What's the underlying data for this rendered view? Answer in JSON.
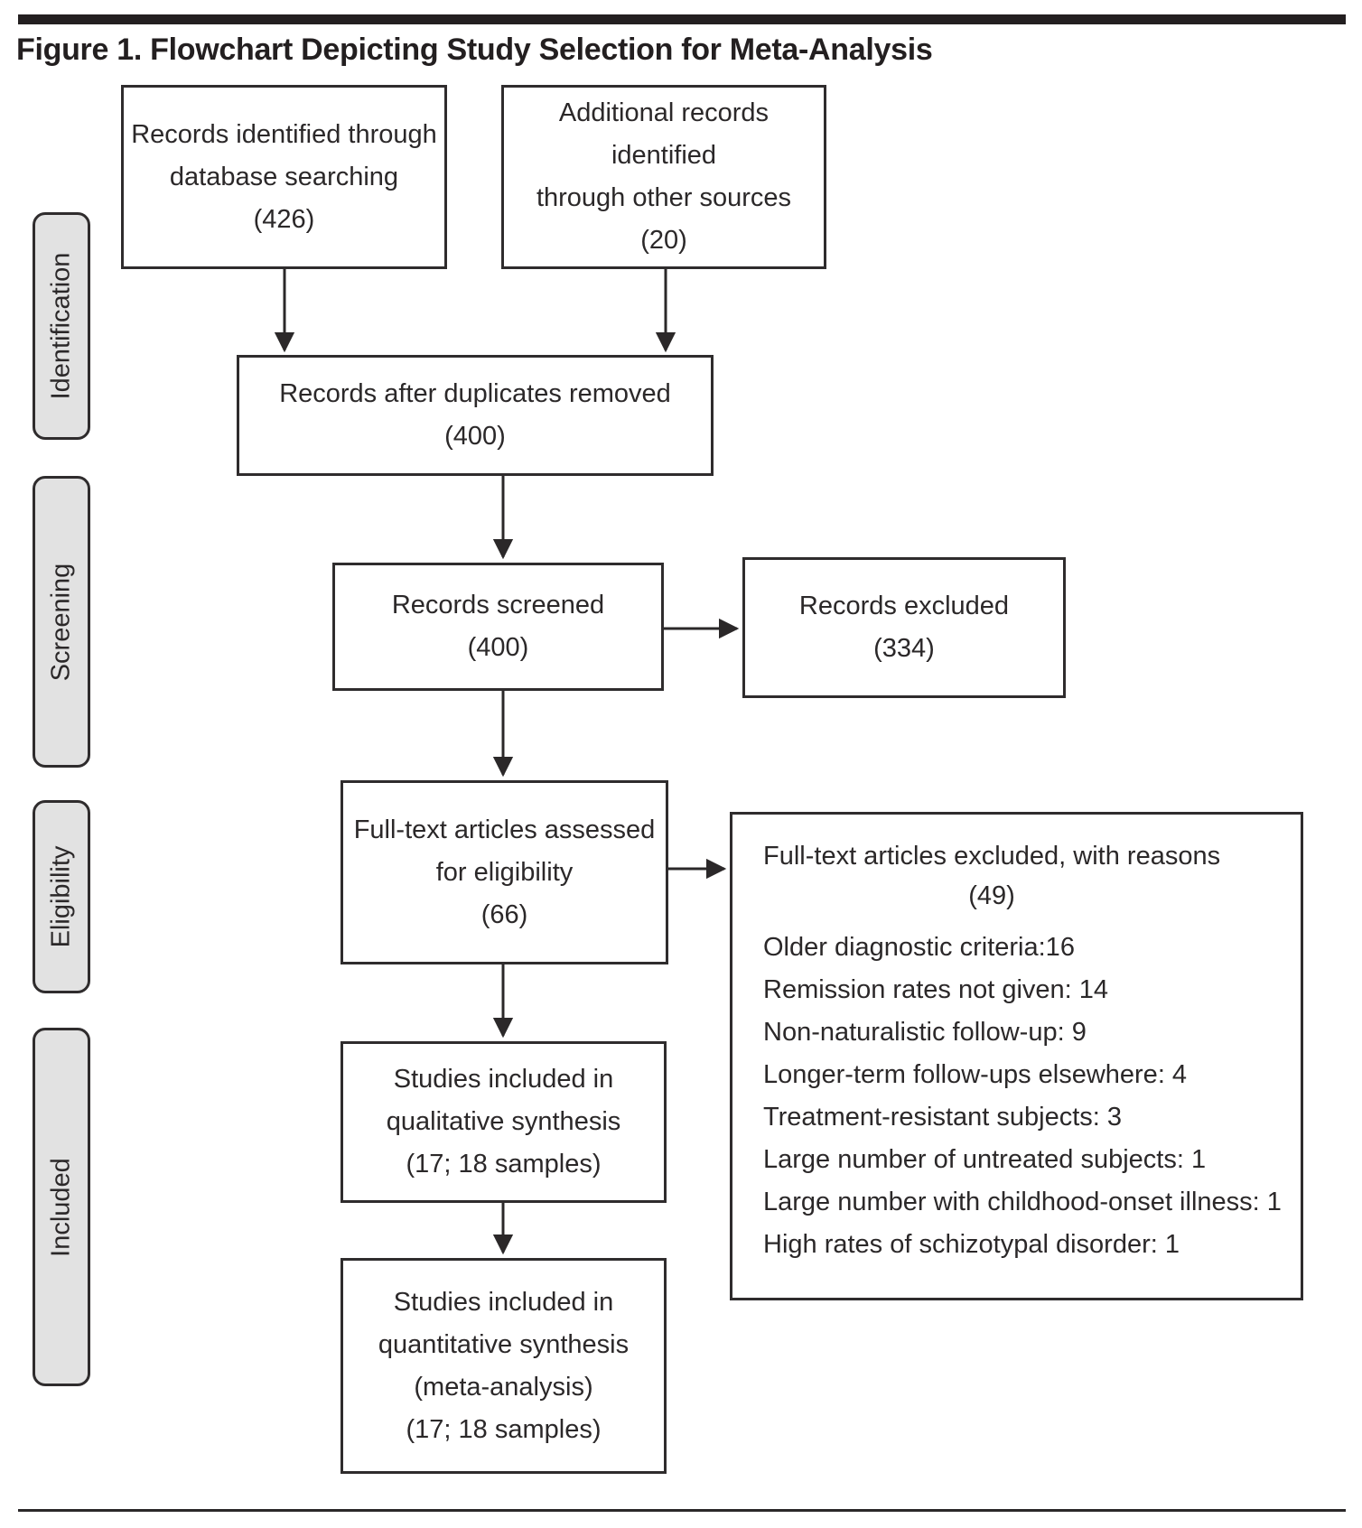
{
  "figure": {
    "title": "Figure 1. Flowchart Depicting Study Selection for Meta-Analysis"
  },
  "stage_labels": {
    "identification": "Identification",
    "screening": "Screening",
    "eligibility": "Eligibility",
    "included": "Included"
  },
  "boxes": {
    "records_identified": {
      "lines": [
        "Records identified through",
        "database searching",
        "(426)"
      ]
    },
    "additional_records": {
      "lines": [
        "Additional records identified",
        "through other sources",
        "(20)"
      ]
    },
    "after_duplicates": {
      "lines": [
        "Records after duplicates removed",
        "(400)"
      ]
    },
    "records_screened": {
      "lines": [
        "Records screened",
        "(400)"
      ]
    },
    "records_excluded": {
      "lines": [
        "Records excluded",
        "(334)"
      ]
    },
    "fulltext_assessed": {
      "lines": [
        "Full-text articles assessed",
        "for eligibility",
        "(66)"
      ]
    },
    "fulltext_excluded": {
      "header_line1": "Full-text articles excluded, with reasons",
      "header_line2": "(49)",
      "reasons": [
        "Older diagnostic criteria:16",
        "Remission rates not given: 14",
        "Non-naturalistic follow-up: 9",
        "Longer-term follow-ups elsewhere: 4",
        "Treatment-resistant subjects: 3",
        "Large number of untreated subjects: 1",
        "Large number with childhood-onset illness: 1",
        "High rates of schizotypal disorder: 1"
      ]
    },
    "qualitative_synthesis": {
      "lines": [
        "Studies included in",
        "qualitative synthesis",
        "(17; 18 samples)"
      ]
    },
    "quantitative_synthesis": {
      "lines": [
        "Studies included in",
        "quantitative synthesis",
        "(meta-analysis)",
        "(17; 18 samples)"
      ]
    }
  },
  "colors": {
    "ink": "#2b2829",
    "stage_fill": "#e2e2e2"
  }
}
